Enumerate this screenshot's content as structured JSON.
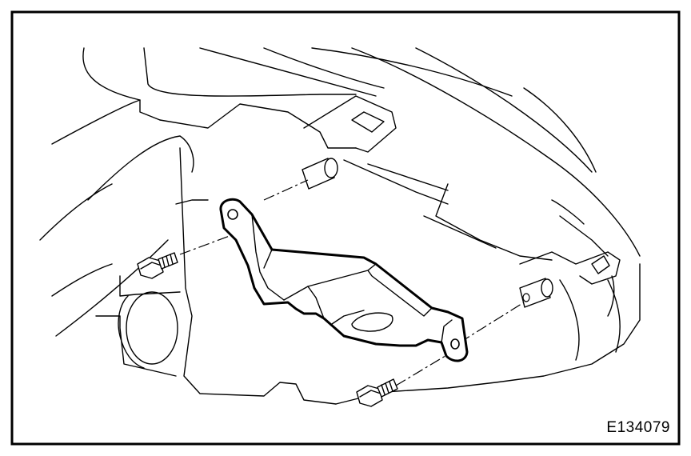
{
  "figure": {
    "code": "E134079",
    "border_color": "#000000",
    "background_color": "#ffffff",
    "parts": {
      "bracket": "mounting-bracket",
      "bolts": [
        "bolt",
        "bolt"
      ],
      "pins": [
        "locating-pin",
        "locating-pin"
      ]
    }
  }
}
